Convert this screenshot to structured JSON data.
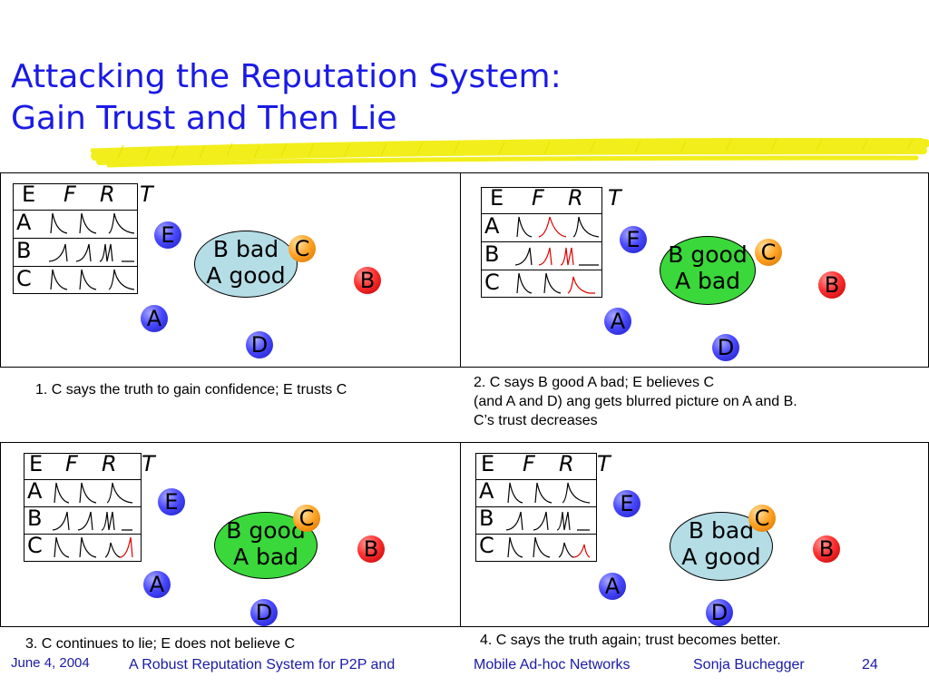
{
  "title": {
    "line1": "Attacking the Reputation System:",
    "line2": "Gain Trust and Then Lie"
  },
  "table_header": {
    "e": "E",
    "f": "F",
    "r": "R",
    "t": "T"
  },
  "panels": [
    {
      "rows": [
        "A",
        "B",
        "C"
      ],
      "bubble_line1": "B bad",
      "bubble_line2": "A good",
      "bubble_style": "bad",
      "nodes": {
        "e": "E",
        "c": "C",
        "b": "B",
        "a": "A",
        "d": "D"
      },
      "caption": [
        "1. C says the truth to gain confidence; E trusts C"
      ]
    },
    {
      "rows": [
        "A",
        "B",
        "C"
      ],
      "bubble_line1": "B good",
      "bubble_line2": "A bad",
      "bubble_style": "good",
      "nodes": {
        "e": "E",
        "c": "C",
        "b": "B",
        "a": "A",
        "d": "D"
      },
      "caption": [
        "2. C says B good A bad; E believes C",
        "(and A and D) ang gets blurred picture on A and B.",
        "C’s trust decreases"
      ]
    },
    {
      "rows": [
        "A",
        "B",
        "C"
      ],
      "bubble_line1": "B good",
      "bubble_line2": "A bad",
      "bubble_style": "good",
      "nodes": {
        "e": "E",
        "c": "C",
        "b": "B",
        "a": "A",
        "d": "D"
      },
      "caption": [
        "3. C continues to lie; E does not believe C"
      ]
    },
    {
      "rows": [
        "A",
        "B",
        "C"
      ],
      "bubble_line1": "B bad",
      "bubble_line2": "A good",
      "bubble_style": "bad",
      "nodes": {
        "e": "E",
        "c": "C",
        "b": "B",
        "a": "A",
        "d": "D"
      },
      "caption": [
        "4. C says the truth again; trust becomes better."
      ]
    }
  ],
  "footer": {
    "date": "June 4, 2004",
    "center_left": "A Robust Reputation System for P2P and",
    "center_right": "Mobile Ad-hoc Networks",
    "author": "Sonja Buchegger",
    "page": "24"
  },
  "colors": {
    "title": "#1a1ae6",
    "footer": "#1a1aa6",
    "highlight": "#e00000"
  }
}
